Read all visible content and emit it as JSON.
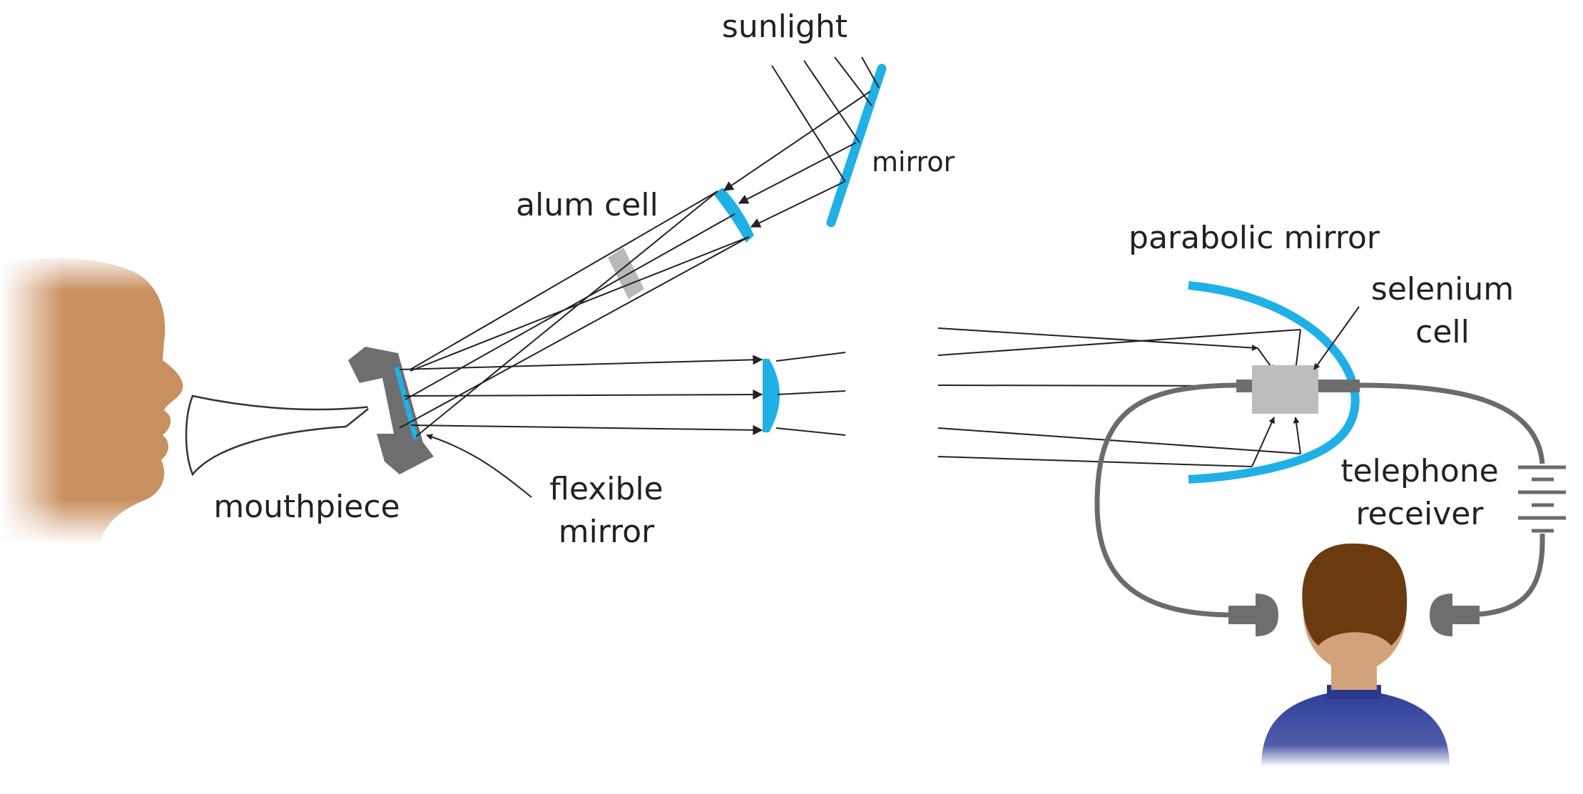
{
  "labels": {
    "sunlight": "sunlight",
    "mirror": "mirror",
    "alum_cell": "alum cell",
    "parabolic_mirror": "parabolic mirror",
    "selenium_line1": "selenium",
    "selenium_line2": "cell",
    "mouthpiece": "mouthpiece",
    "flexible_line1": "flexible",
    "flexible_line2": "mirror",
    "telephone_line1": "telephone",
    "telephone_line2": "receiver"
  },
  "colors": {
    "optic_blue": "#1fb0e6",
    "ray": "#222222",
    "wire_gray": "#6b6b6b",
    "mouthpiece_gray": "#6e6e70",
    "cell_gray": "#b9b9bb",
    "skin": "#c9905f",
    "hair": "#6b3a0f",
    "shirt": "#2f3f9a"
  }
}
